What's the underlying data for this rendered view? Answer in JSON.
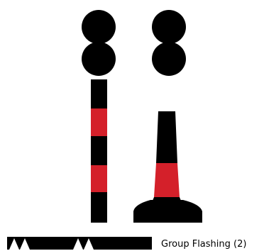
{
  "colors": {
    "black": "#000000",
    "red": "#d4202a",
    "white": "#ffffff"
  },
  "marks": {
    "left": {
      "shape": "spar",
      "topmark": "two-spheres",
      "bands": [
        "black",
        "red",
        "black",
        "red",
        "black"
      ]
    },
    "right": {
      "shape": "pillar",
      "topmark": "two-spheres",
      "bands": [
        "black",
        "red",
        "black"
      ]
    }
  },
  "light_character": {
    "label": "Group Flashing (2)",
    "flash_groups": 2,
    "flashes_per_group": 2
  }
}
